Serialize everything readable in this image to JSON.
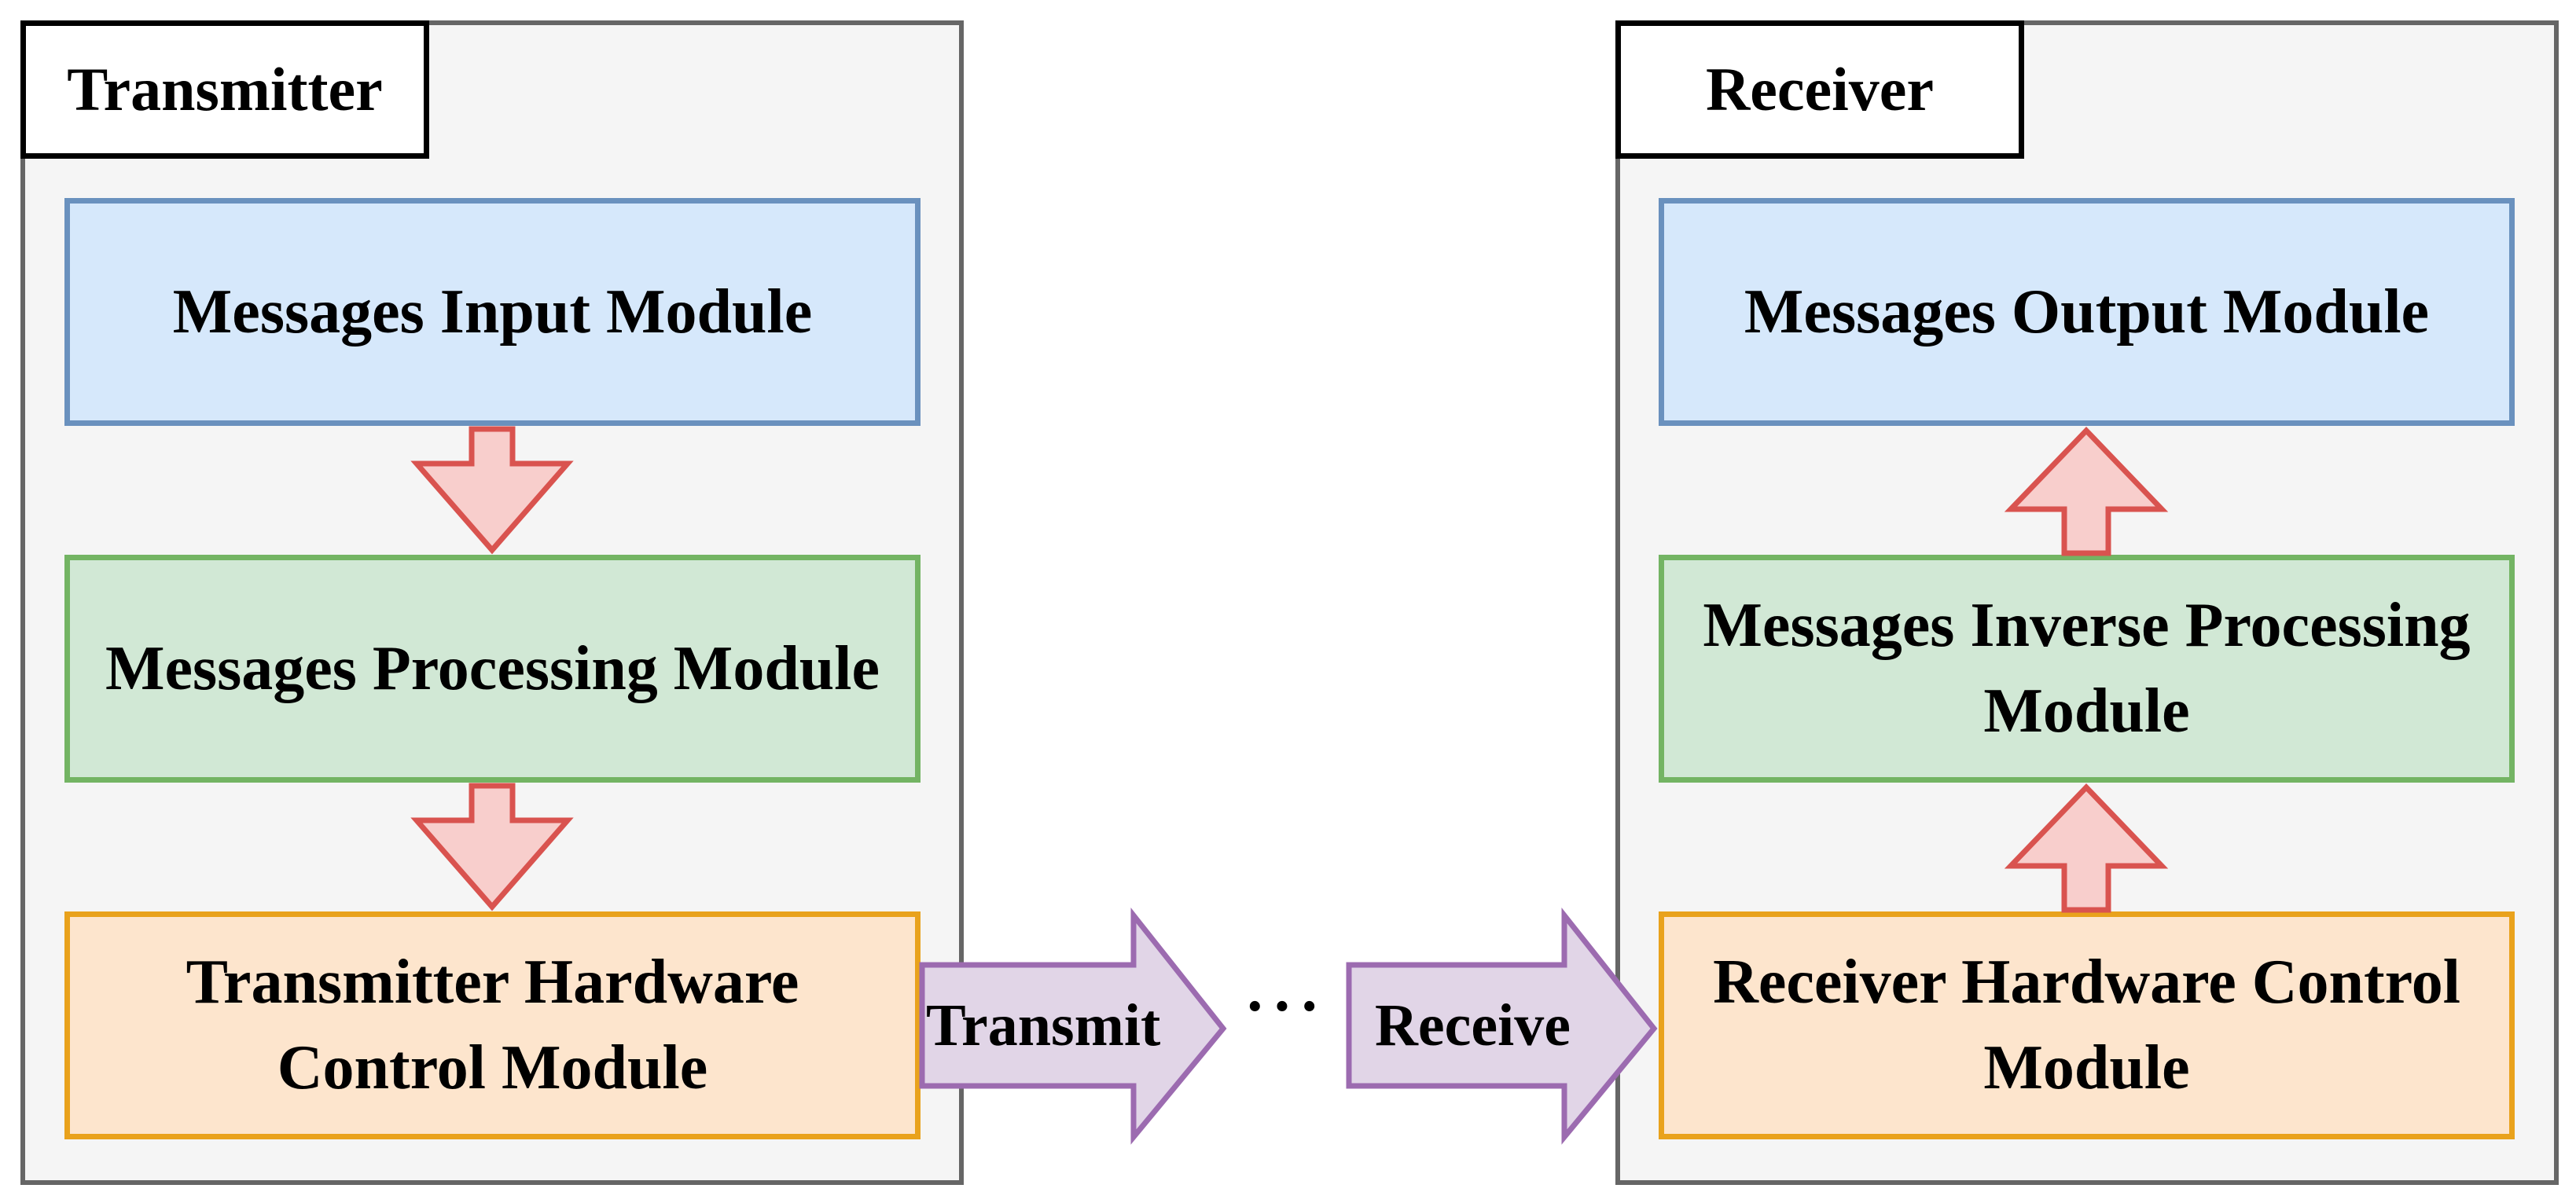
{
  "transmitter": {
    "title": "Transmitter",
    "modules": {
      "input": "Messages Input Module",
      "processing": "Messages Processing Module",
      "hardware": "Transmitter Hardware Control Module"
    }
  },
  "receiver": {
    "title": "Receiver",
    "modules": {
      "output": "Messages Output Module",
      "inverse_processing": "Messages Inverse Processing Module",
      "hardware": "Receiver Hardware Control Module"
    }
  },
  "channel": {
    "transmit_label": "Transmit",
    "receive_label": "Receive",
    "ellipsis": "···"
  },
  "colors": {
    "panel_bg": "#f5f5f5",
    "panel_border": "#666666",
    "blue_fill": "#d6e8fb",
    "blue_border": "#6a91be",
    "green_fill": "#d1e8d5",
    "green_border": "#73b463",
    "orange_fill": "#fde5cd",
    "orange_border": "#e9a21c",
    "red_arrow_fill": "#f8cecc",
    "red_arrow_border": "#d9534f",
    "purple_arrow_fill": "#e1d5e7",
    "purple_arrow_border": "#9c6bb0"
  }
}
